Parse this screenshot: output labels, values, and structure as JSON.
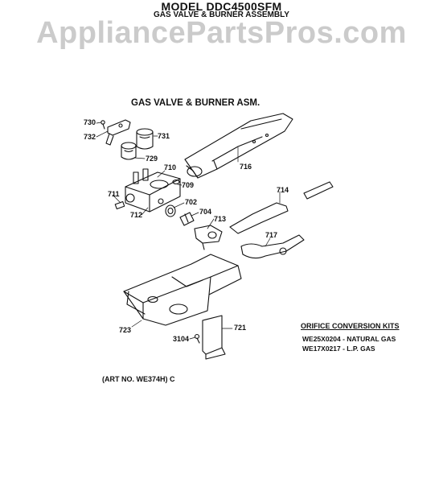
{
  "header": {
    "model": "MODEL DDC4500SFM",
    "subtitle": "GAS VALVE & BURNER ASSEMBLY",
    "watermark": "AppliancePartsPros.com"
  },
  "diagram": {
    "title": "GAS VALVE & BURNER ASM.",
    "part_callouts": [
      {
        "id": "730",
        "label": "730"
      },
      {
        "id": "732",
        "label": "732"
      },
      {
        "id": "731",
        "label": "731"
      },
      {
        "id": "729",
        "label": "729"
      },
      {
        "id": "716",
        "label": "716"
      },
      {
        "id": "710",
        "label": "710"
      },
      {
        "id": "709",
        "label": "709"
      },
      {
        "id": "711",
        "label": "711"
      },
      {
        "id": "712",
        "label": "712"
      },
      {
        "id": "702",
        "label": "702"
      },
      {
        "id": "704",
        "label": "704"
      },
      {
        "id": "713",
        "label": "713"
      },
      {
        "id": "714",
        "label": "714"
      },
      {
        "id": "717",
        "label": "717"
      },
      {
        "id": "723",
        "label": "723"
      },
      {
        "id": "721",
        "label": "721"
      },
      {
        "id": "3104",
        "label": "3104"
      }
    ],
    "orifice_kits": {
      "title": "ORIFICE CONVERSION KITS",
      "items": [
        {
          "label": "WE25X0204 - NATURAL GAS"
        },
        {
          "label": "WE17X0217 - L.P. GAS"
        }
      ]
    },
    "art_number": "(ART NO. WE374H) C"
  }
}
